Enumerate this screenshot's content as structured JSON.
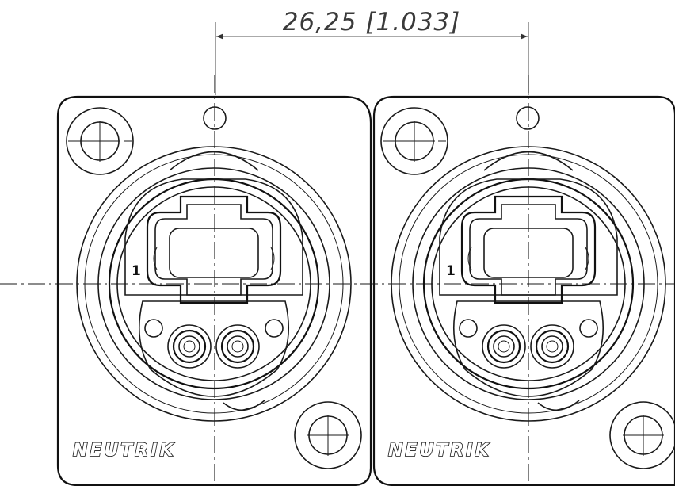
{
  "dimension": {
    "label": "26,25 [1.033]"
  },
  "connectors": [
    {
      "pin_label": "1",
      "brand": "NEUTRIK"
    },
    {
      "pin_label": "1",
      "brand": "NEUTRIK"
    }
  ]
}
